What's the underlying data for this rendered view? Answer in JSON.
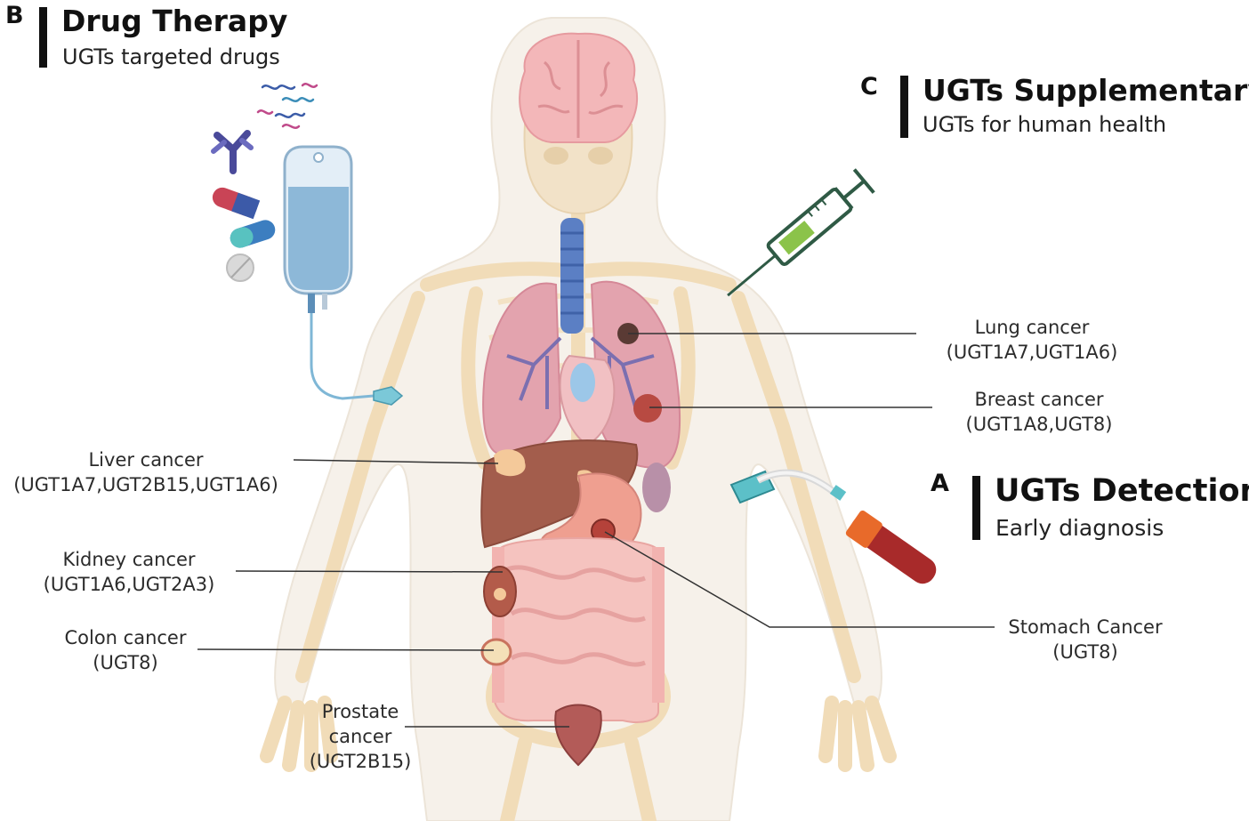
{
  "panels": {
    "b": {
      "letter": "B",
      "title": "Drug Therapy",
      "subtitle": "UGTs targeted drugs"
    },
    "c": {
      "letter": "C",
      "title": "UGTs Supplementary",
      "subtitle": "UGTs for human health"
    },
    "a": {
      "letter": "A",
      "title": "UGTs Detection",
      "subtitle": "Early diagnosis"
    }
  },
  "cancers": {
    "lung": {
      "name": "Lung cancer",
      "genes": "(UGT1A7,UGT1A6)"
    },
    "breast": {
      "name": "Breast cancer",
      "genes": "(UGT1A8,UGT8)"
    },
    "liver": {
      "name": "Liver cancer",
      "genes": "(UGT1A7,UGT2B15,UGT1A6)"
    },
    "kidney": {
      "name": "Kidney cancer",
      "genes": "(UGT1A6,UGT2A3)"
    },
    "colon": {
      "name": "Colon cancer",
      "genes": "(UGT8)"
    },
    "stomach": {
      "name": "Stomach Cancer",
      "genes": "(UGT8)"
    },
    "prostate": {
      "name_line1": "Prostate",
      "name_line2": "cancer",
      "genes": "(UGT2B15)"
    }
  }
}
